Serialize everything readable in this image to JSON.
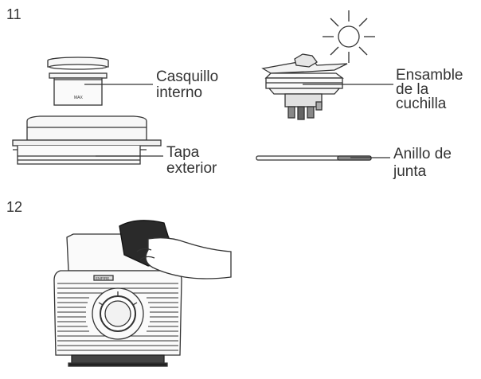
{
  "steps": {
    "first": "11",
    "second": "12"
  },
  "labels": {
    "casquillo_line1": "Casquillo",
    "casquillo_line2": "interno",
    "tapa_line1": "Tapa",
    "tapa_line2": "exterior",
    "ensamble_line1": "Ensamble",
    "ensamble_line2": "de la",
    "ensamble_line3": "cuchilla",
    "anillo_line1": "Anillo de",
    "anillo_line2": "junta"
  },
  "base_brand": "EMPIRE",
  "colors": {
    "ink": "#333333",
    "part_fill": "#f7f7f7",
    "cloth": "#2a2a2a"
  }
}
